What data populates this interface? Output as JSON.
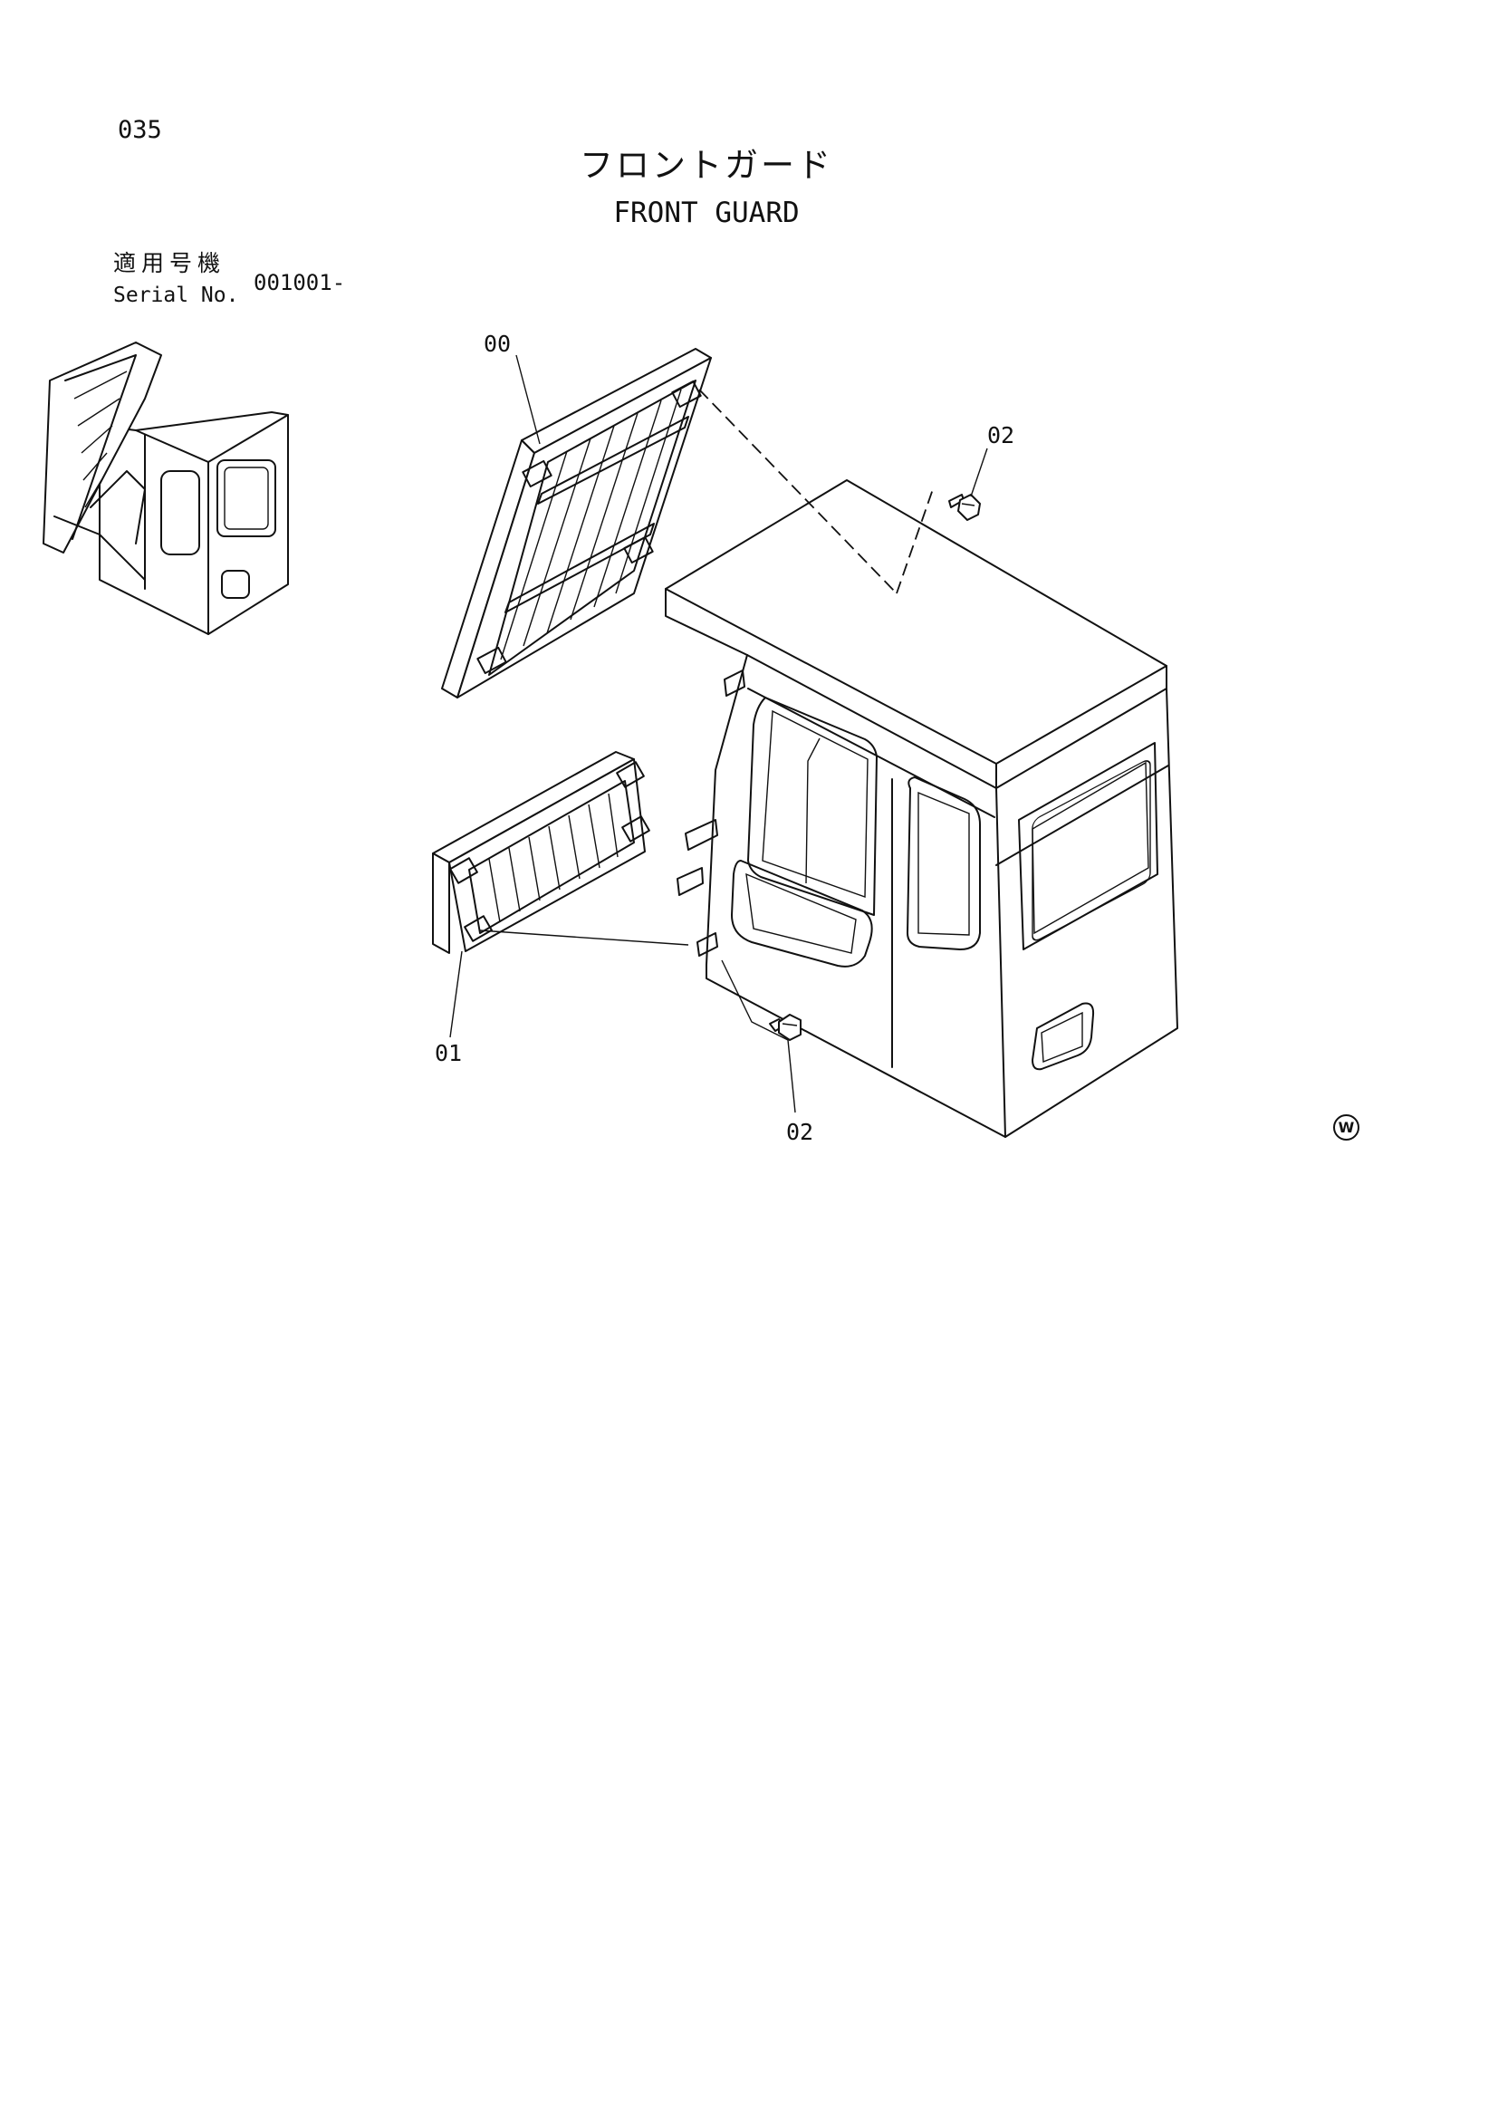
{
  "page": {
    "number": "035",
    "title_jp": "フロントガード",
    "title_en": "FRONT GUARD"
  },
  "serial": {
    "label_jp": "適用号機",
    "label_en": "Serial No.",
    "value": "001001-"
  },
  "callouts": {
    "part_00": "00",
    "part_02_top": "02",
    "part_01": "01",
    "part_02_bottom": "02"
  },
  "mark": {
    "symbol": "W"
  }
}
